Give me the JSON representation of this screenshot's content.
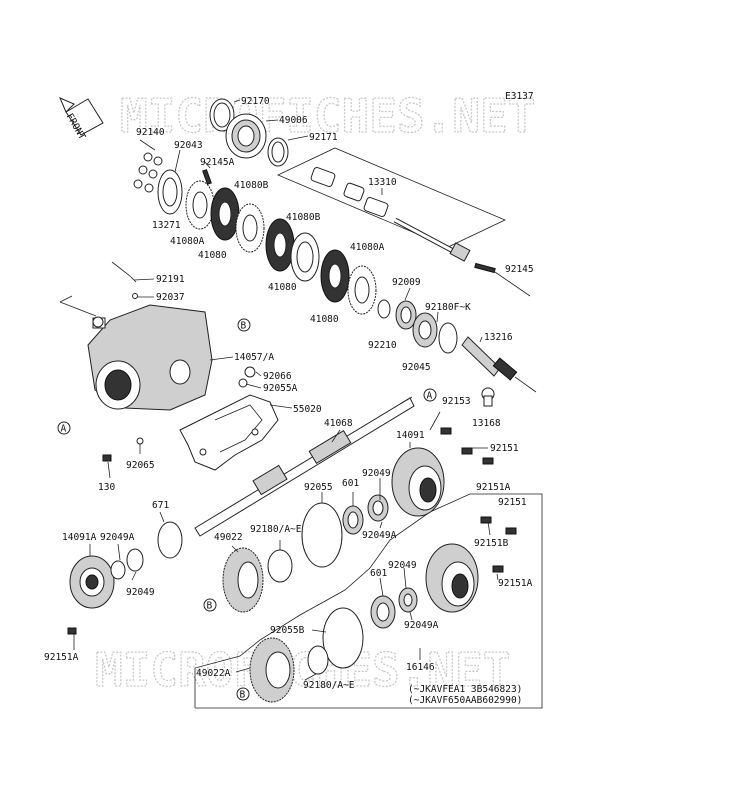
{
  "diagram_code": "E3137",
  "watermark": "MICROFICHES.NET",
  "front_label": "FRONT",
  "refs": {
    "a": "A",
    "b": "B"
  },
  "parts": {
    "p92170": "92170",
    "p49006": "49006",
    "p92171": "92171",
    "p92140": "92140",
    "p92043": "92043",
    "p92145a": "92145A",
    "p41080b_1": "41080B",
    "p13271": "13271",
    "p41080a_1": "41080A",
    "p41080_1": "41080",
    "p13310": "13310",
    "p41080b_2": "41080B",
    "p41080_2": "41080",
    "p41080a_2": "41080A",
    "p92009": "92009",
    "p92145": "92145",
    "p92180fk": "92180F~K",
    "p92210": "92210",
    "p41080_3": "41080",
    "p13216": "13216",
    "p92045": "92045",
    "p92191": "92191",
    "p92037": "92037",
    "p14057": "14057/A",
    "p92066": "92066",
    "p92055a": "92055A",
    "p55020": "55020",
    "p41068": "41068",
    "p92153": "92153",
    "p13168": "13168",
    "p14091": "14091",
    "p92151_1": "92151",
    "p92065": "92065",
    "p92049_1": "92049",
    "p92151a_1": "92151A",
    "p130": "130",
    "p92055": "92055",
    "p601_1": "601",
    "p92151_2": "92151",
    "p671": "671",
    "p92180ae_1": "92180/A~E",
    "p92049a_1": "92049A",
    "p92151b": "92151B",
    "p14091a": "14091A",
    "p92049a_2": "92049A",
    "p49022": "49022",
    "p92049_2": "92049",
    "p601_2": "601",
    "p92151a_2": "92151A",
    "p92049_3": "92049",
    "p92049a_3": "92049A",
    "p92055b": "92055B",
    "p92151a_3": "92151A",
    "p16146": "16146",
    "p49022a": "49022A",
    "p92180ae_2": "92180/A~E"
  },
  "notes": {
    "note1": "(~JKAVFEA1 3B546823)",
    "note2": "(~JKAVF650AAB602990)"
  }
}
